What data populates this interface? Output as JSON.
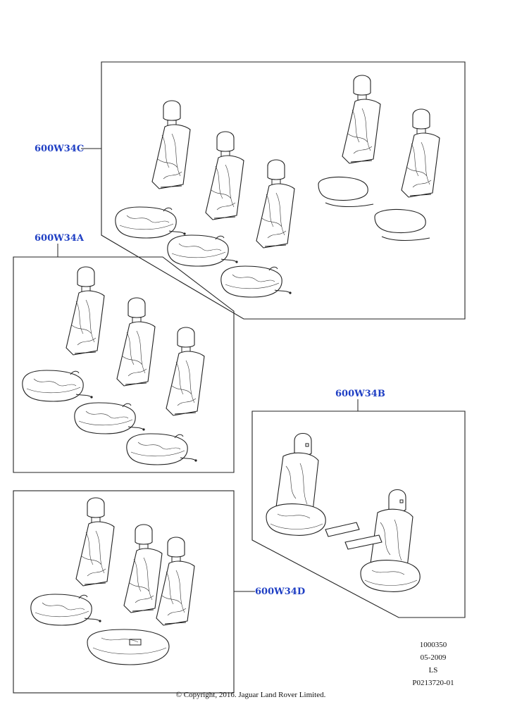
{
  "callouts": [
    {
      "id": "c",
      "code": "600W34C"
    },
    {
      "id": "a",
      "code": "600W34A"
    },
    {
      "id": "b",
      "code": "600W34B"
    },
    {
      "id": "d",
      "code": "600W34D"
    }
  ],
  "meta": {
    "number": "1000350",
    "date": "05-2009",
    "code": "LS",
    "illustration_id": "P0213720-01"
  },
  "copyright": "© Copyright, 2016. Jaguar Land Rover Limited."
}
